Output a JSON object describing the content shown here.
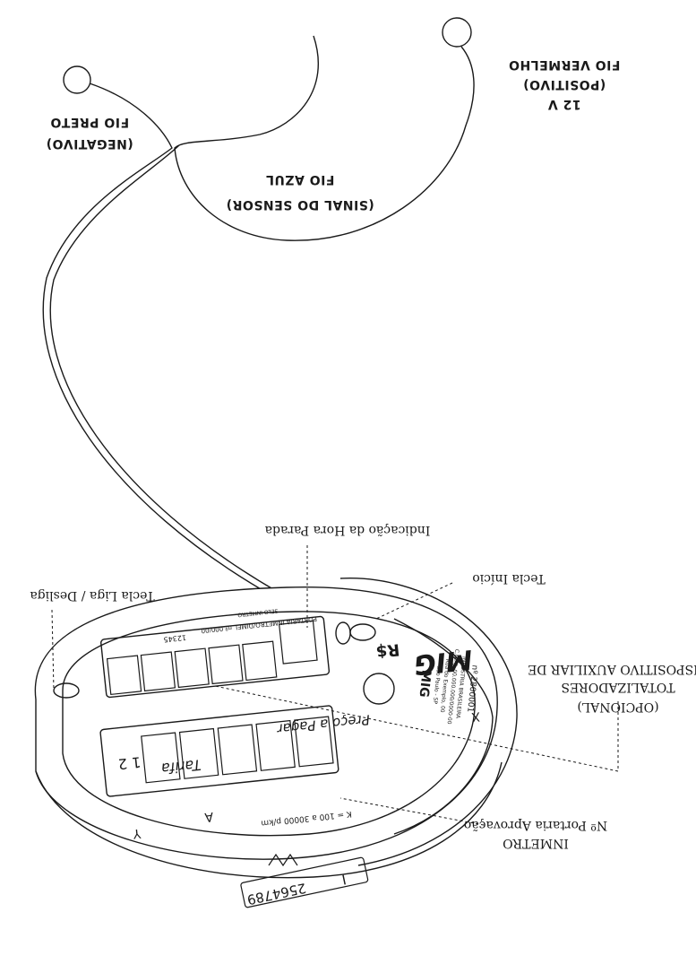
{
  "wires": {
    "red": {
      "title": "FIO VERMELHO",
      "sub": "(POSITIVO)",
      "voltage": "12 V"
    },
    "black": {
      "title": "FIO PRETO",
      "sub": "(NEGATIVO)"
    },
    "blue": {
      "title": "FIO AZUL",
      "sub": "(SINAL DO SENSOR)"
    }
  },
  "callouts": {
    "hora_parada": "Indicação da Hora Parada",
    "tecla_inicio": "Tecla Início",
    "tecla_liga": "Tecla Liga / Desliga",
    "inmetro": "INMETRO",
    "portaria": "Nº Portaria Aprovação",
    "dispositivo": "DISPOSITIVO AUXILIAR DE",
    "totalizadores": "TOTALIZADORES",
    "opcional": "(OPCIONAL)"
  },
  "device": {
    "brand": "MIG",
    "k_range": "K = 100 a 30000 p/km",
    "key_a": "A",
    "key_x": "X",
    "key_y": "Y",
    "tarifa": "Tarifa",
    "preco": "Preço a Pagar",
    "currency": "R$",
    "tariff_digits": "1 2",
    "portaria_line": "PORTARIA INMETRO/DIMEL nº 000/00",
    "selo": "SELO INMETRO",
    "serial_stamp": "12345",
    "seal_number": "2564789",
    "seal_letter": "I",
    "side_serial": "nº 2800001",
    "side_l1": "INDUSTRIA BRASILEIRA",
    "side_l2": "C.N.P.J. 00.000.000/0000-00",
    "side_l3": "Rua do Exemplo, 00",
    "side_l4": "São Paulo - SP",
    "side_brand": "MIG"
  },
  "palette": {
    "ink": "#1a1a1a",
    "paper": "#ffffff"
  }
}
